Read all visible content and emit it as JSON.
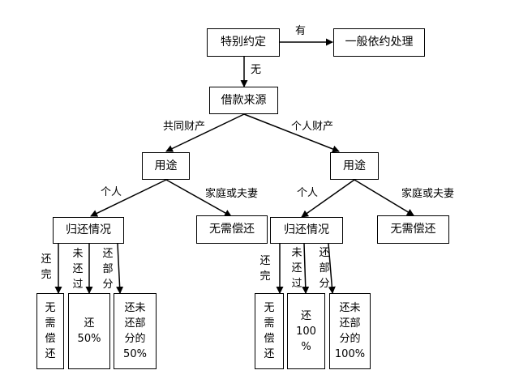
{
  "nodes": {
    "special_agreement": "特别约定",
    "by_agreement": "一般依约处理",
    "loan_source": "借款来源",
    "use_left": "用途",
    "use_right": "用途",
    "repay_left": "归还情况",
    "no_repay_mid_left": "无需偿还",
    "repay_right": "归还情况",
    "no_repay_far_right": "无需偿还"
  },
  "edge_labels": {
    "yes": "有",
    "no": "无",
    "joint_property": "共同财产",
    "personal_property": "个人财产",
    "personal_left": "个人",
    "family_left": "家庭或夫妻",
    "personal_right": "个人",
    "family_right": "家庭或夫妻",
    "repaid_left": "还完",
    "not_repaid_left": "未还过",
    "partial_left": "还部分",
    "repaid_right": "还完",
    "not_repaid_right": "未还过",
    "partial_right": "还部分"
  },
  "leaves": {
    "left_1": [
      "无",
      "需",
      "偿",
      "还"
    ],
    "left_2": [
      "还",
      "50%"
    ],
    "left_3": [
      "还未",
      "还部",
      "分的",
      "50%"
    ],
    "right_1": [
      "无",
      "需",
      "偿",
      "还"
    ],
    "right_2": [
      "还",
      "100",
      "%"
    ],
    "right_3": [
      "还未",
      "还部",
      "分的",
      "100%"
    ]
  }
}
